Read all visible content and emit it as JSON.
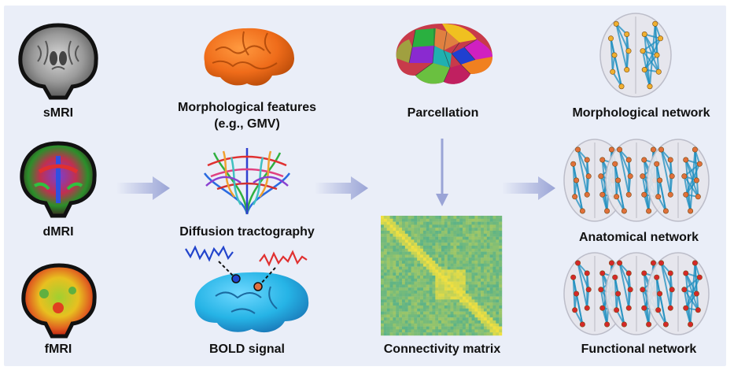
{
  "modalities": {
    "smri": "sMRI",
    "dmri": "dMRI",
    "fmri": "fMRI"
  },
  "features": {
    "morph_line1": "Morphological features",
    "morph_line2": "(e.g., GMV)",
    "diffusion": "Diffusion tractography",
    "bold": "BOLD signal"
  },
  "construction": {
    "parcellation": "Parcellation",
    "matrix": "Connectivity matrix"
  },
  "networks": {
    "morphological": "Morphological network",
    "anatomical": "Anatomical network",
    "functional": "Functional network"
  },
  "colors": {
    "panel_background": "#eaeef8",
    "flow_arrow": "#9aa4d6",
    "morph_brain": "#ef6c1a",
    "bold_brain": "#26b4e6",
    "signal_blue": "#2244cc",
    "signal_red": "#e03030",
    "network_edges": "#1e8fc0",
    "morph_nodes": "#f0b030",
    "anatomical_nodes": "#e0703a",
    "functional_nodes": "#d62828",
    "matrix_low": "#2aa3a0",
    "matrix_high": "#f0e040"
  },
  "icons": [
    "smri-brain-icon",
    "dmri-brain-icon",
    "fmri-brain-icon",
    "cortex-surface-icon",
    "tractography-icon",
    "bold-brain-icon",
    "parcellation-brain-icon",
    "connectivity-matrix-icon",
    "network-brain-icon"
  ]
}
